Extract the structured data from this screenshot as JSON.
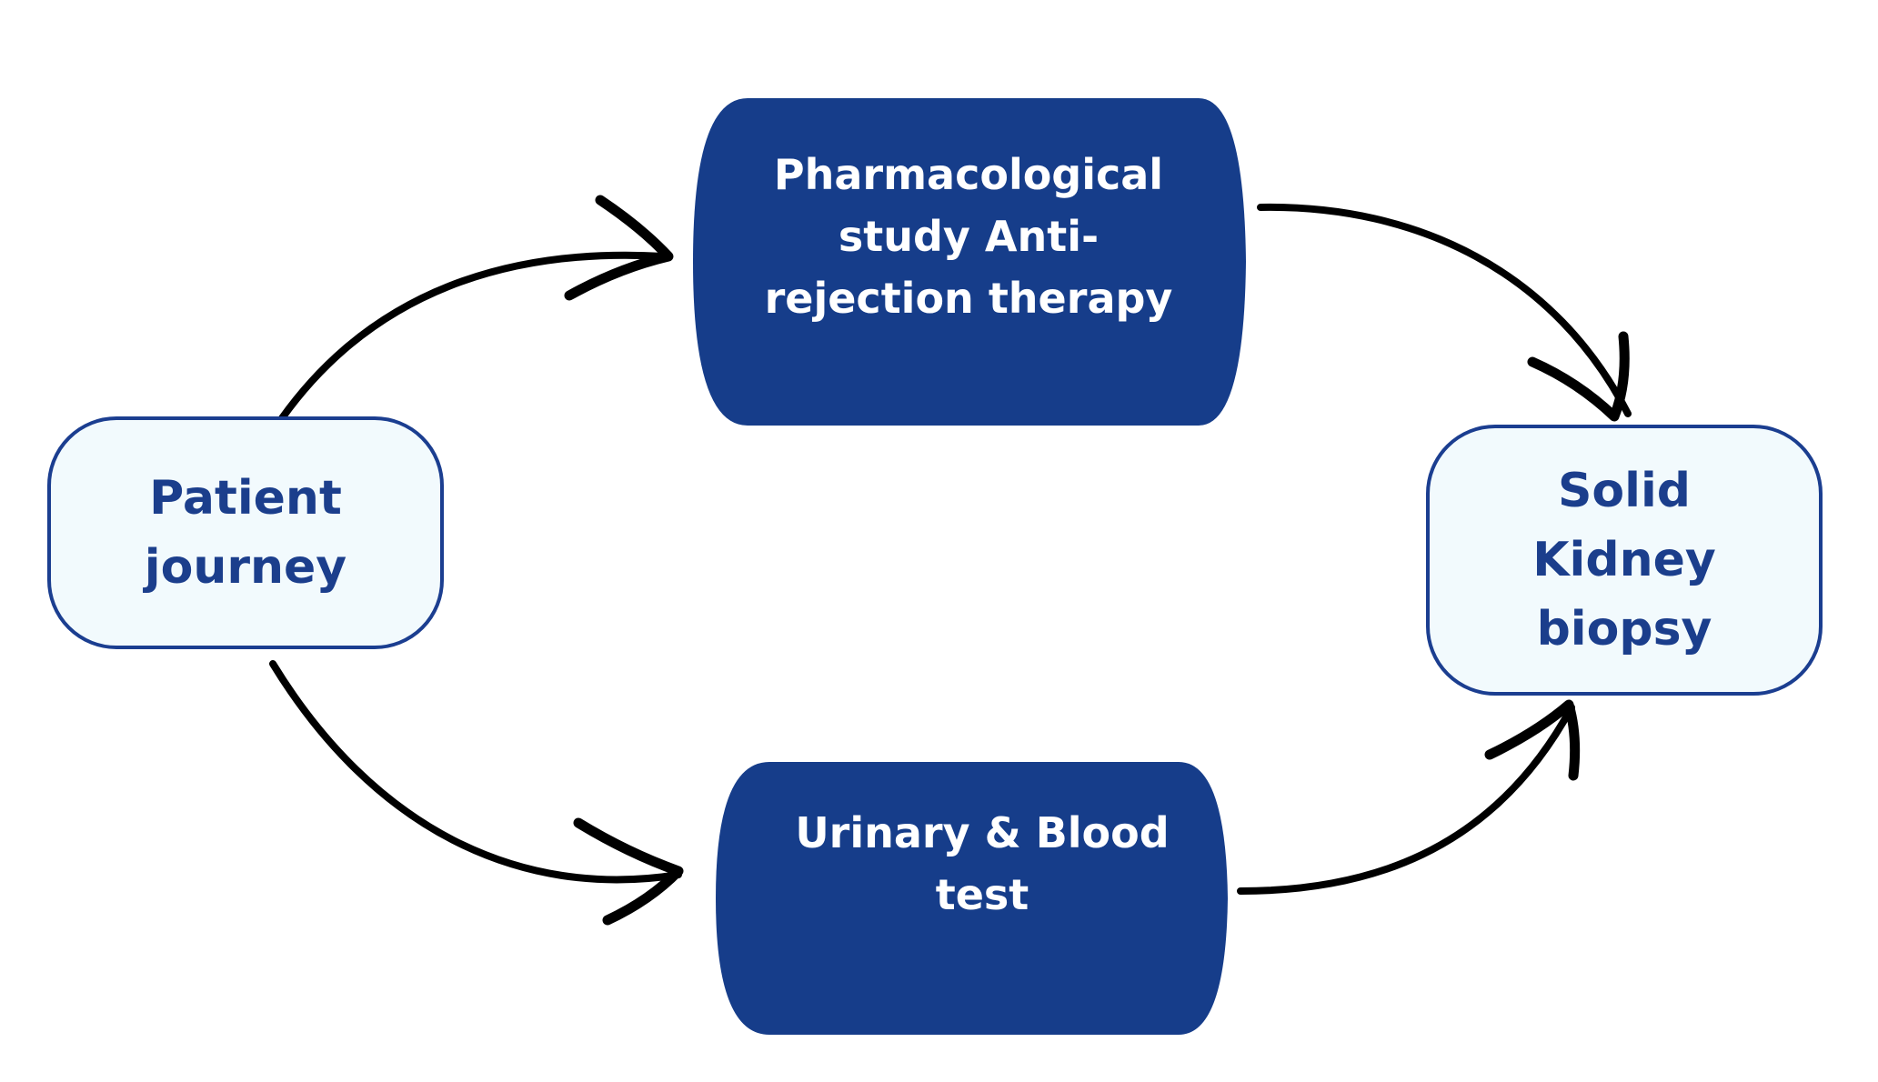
{
  "nodes": {
    "patient": {
      "label": "Patient journey"
    },
    "kidney": {
      "label": "Solid Kidney biopsy"
    },
    "pharmacological": {
      "label": "Pharmacological study Anti-rejection therapy"
    },
    "urinary": {
      "label": "Urinary & Blood test"
    }
  },
  "colors": {
    "dark_fill": "#163d8a",
    "light_fill": "#f2fafd",
    "border": "#1b3e90",
    "arrow": "#000000",
    "light_text": "#1b3e8c",
    "dark_text": "#ffffff"
  }
}
